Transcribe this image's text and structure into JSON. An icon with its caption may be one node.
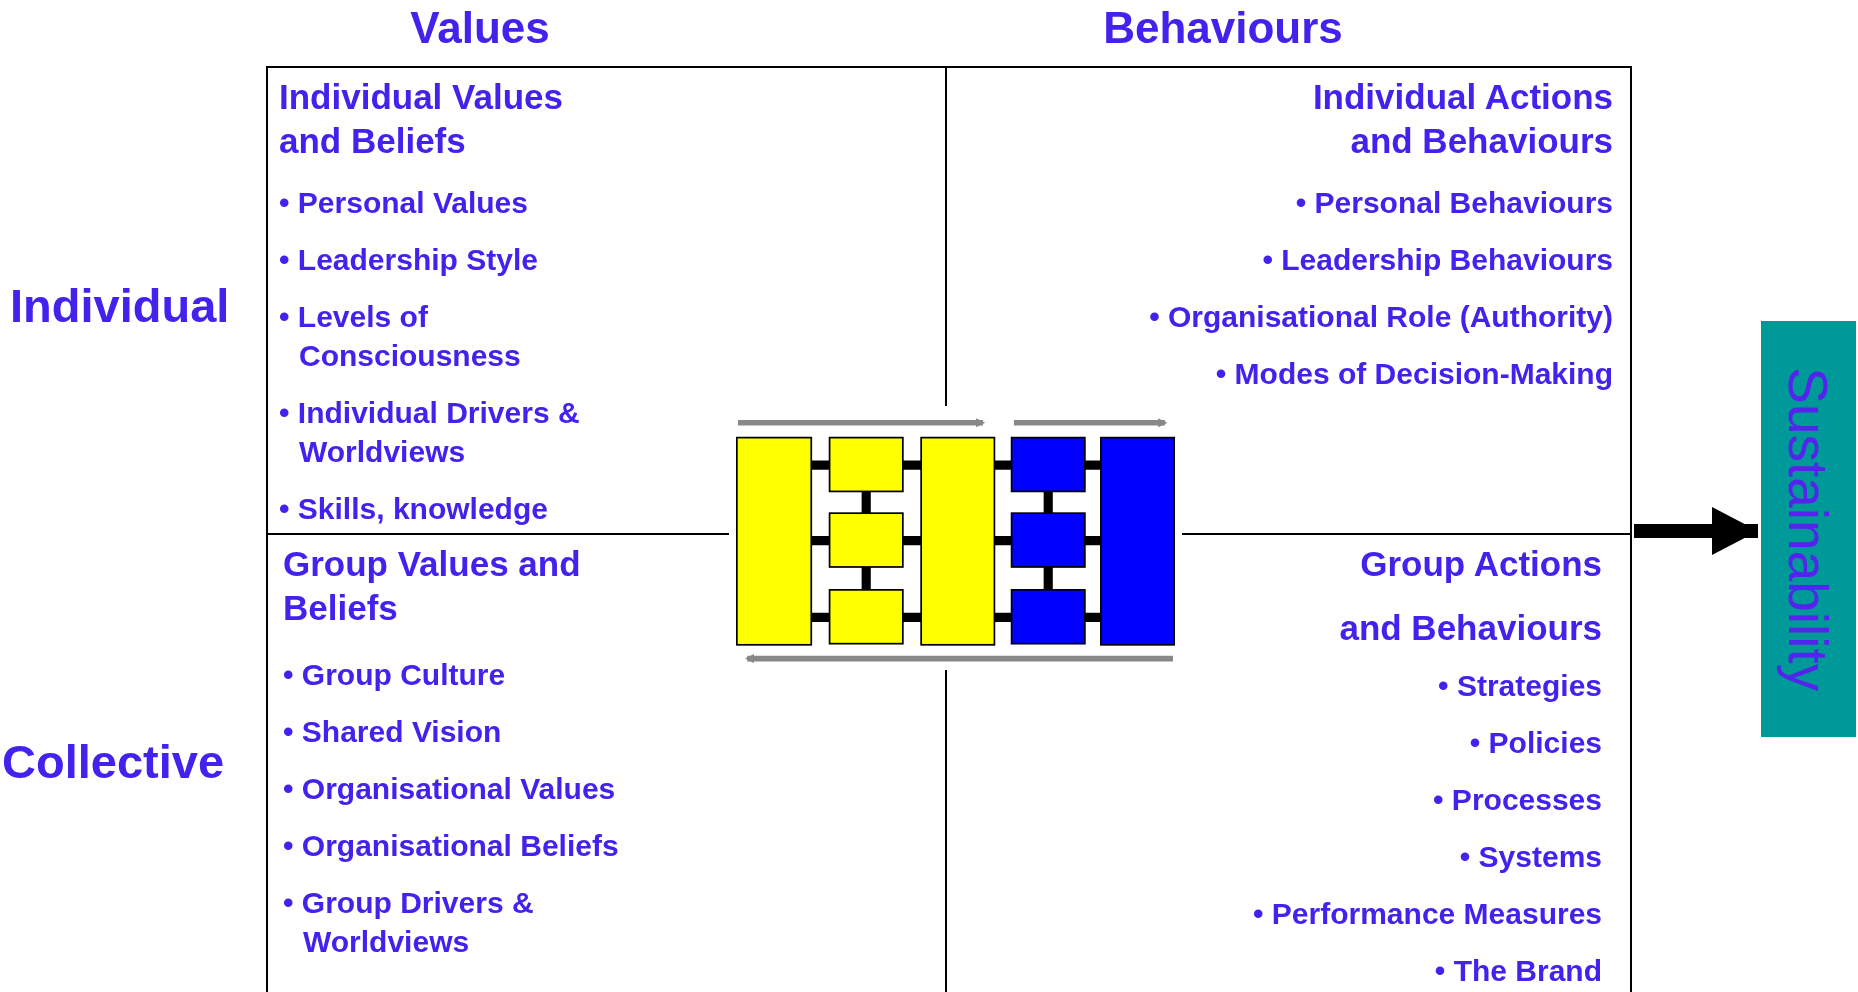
{
  "diagram": {
    "nodes": [
      {
        "text": [],
        "shape": "box"
      },
      {
        "text": [
          "Individual Values and Beliefs",
          "• Personal Values",
          "• Leadership Style",
          "• Levels of Consciousness",
          "• Individual Drivers & Worldviews",
          "• Skills, knowledge"
        ],
        "in": 0
      },
      {
        "text": [
          "Individual Actions and Behaviours",
          "• Personal Behaviours",
          "• Leadership Behaviours",
          "• Organisational Role (Authority)",
          "• Modes of Decision-Making"
        ],
        "in": 0
      },
      {
        "text": [
          "Group Values and Beliefs",
          "• Group Culture",
          "• Shared Vision",
          "• Organisational Values",
          "• Organisational Beliefs",
          "• Group Drivers & Worldviews"
        ],
        "in": 0
      },
      {
        "text": [
          "Group Actions and Behaviours",
          "• Strategies",
          "• Policies",
          "• Processes",
          "• Systems",
          "• Performance Measures",
          "• The Brand"
        ],
        "in": 0
      },
      {
        "text": [
          "Sustainability"
        ]
      }
    ],
    "edges": [
      {
        "from": 0,
        "to": 5,
        "arrow": "to"
      }
    ],
    "labels": [
      "Values",
      "Behaviours",
      "Individual",
      "Collective"
    ]
  }
}
